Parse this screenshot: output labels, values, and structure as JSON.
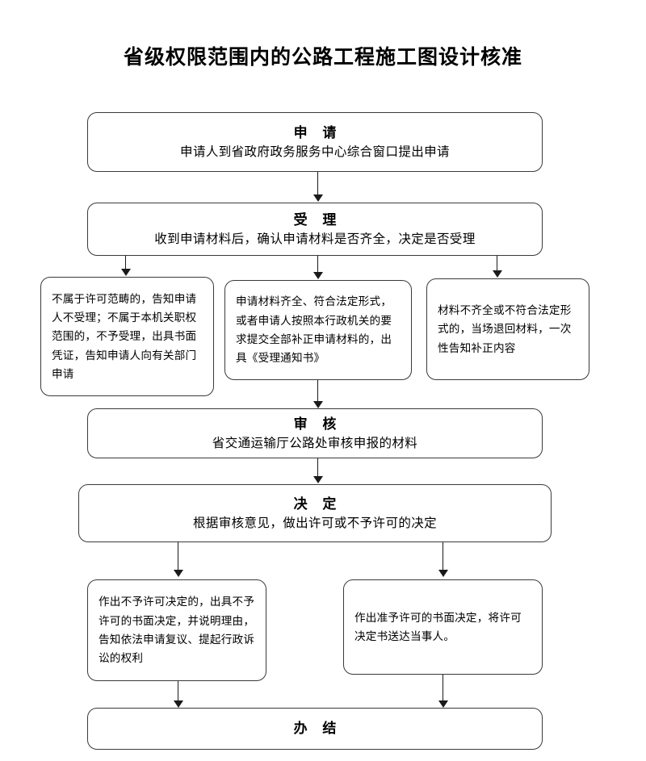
{
  "title": "省级权限范围内的公路工程施工图设计核准",
  "nodes": {
    "apply": {
      "head": "申 请",
      "desc": "申请人到省政府政务服务中心综合窗口提出申请"
    },
    "accept": {
      "head": "受 理",
      "desc": "收到申请材料后，确认申请材料是否齐全，决定是否受理"
    },
    "branch_left": {
      "body": "不属于许可范畴的，告知申请人不受理；不属于本机关职权范围的，不予受理，出具书面凭证，告知申请人向有关部门申请"
    },
    "branch_mid": {
      "body": "申请材料齐全、符合法定形式，或者申请人按照本行政机关的要求提交全部补正申请材料的，出具《受理通知书》"
    },
    "branch_right": {
      "body": "材料不齐全或不符合法定形式的，当场退回材料，一次性告知补正内容"
    },
    "review": {
      "head": "审 核",
      "desc": "省交通运输厅公路处审核申报的材料"
    },
    "decide": {
      "head": "决 定",
      "desc": "根据审核意见，做出许可或不予许可的决定"
    },
    "deny": {
      "body": "作出不予许可决定的，出具不予许可的书面决定，并说明理由，告知依法申请复议、提起行政诉讼的权利"
    },
    "grant": {
      "body": "作出准予许可的书面决定，将许可决定书送达当事人。"
    },
    "finish": {
      "head": "办 结"
    }
  },
  "style": {
    "border_color": "#3a3a3a",
    "line_color": "#1a1a1a",
    "background": "#ffffff",
    "text_color": "#000000"
  }
}
